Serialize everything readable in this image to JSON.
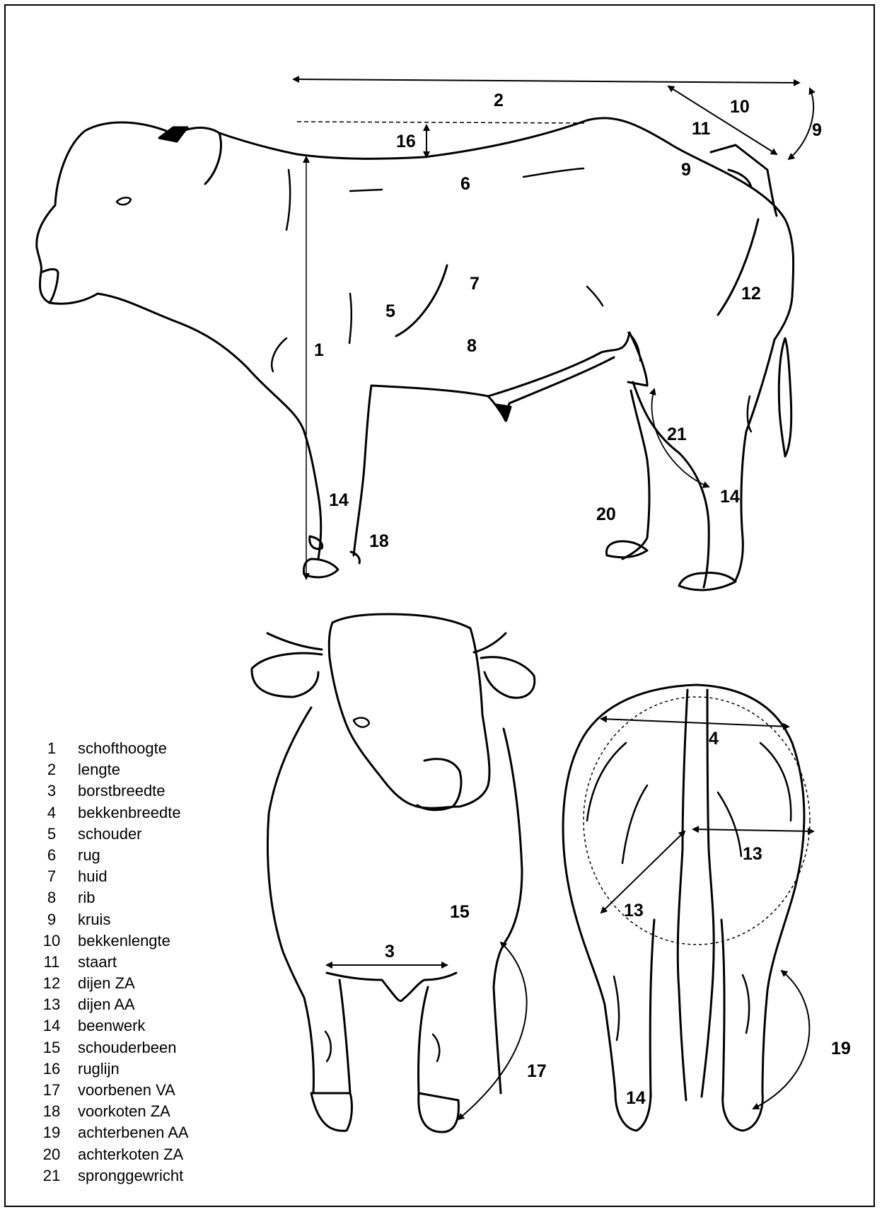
{
  "legend": [
    {
      "no": "1",
      "label": "schofthoogte"
    },
    {
      "no": "2",
      "label": "lengte"
    },
    {
      "no": "3",
      "label": "borstbreedte"
    },
    {
      "no": "4",
      "label": "bekkenbreedte"
    },
    {
      "no": "5",
      "label": "schouder"
    },
    {
      "no": "6",
      "label": "rug"
    },
    {
      "no": "7",
      "label": "huid"
    },
    {
      "no": "8",
      "label": "rib"
    },
    {
      "no": "9",
      "label": "kruis"
    },
    {
      "no": "10",
      "label": "bekkenlengte"
    },
    {
      "no": "11",
      "label": "staart"
    },
    {
      "no": "12",
      "label": "dijen ZA"
    },
    {
      "no": "13",
      "label": "dijen AA"
    },
    {
      "no": "14",
      "label": "beenwerk"
    },
    {
      "no": "15",
      "label": "schouderbeen"
    },
    {
      "no": "16",
      "label": "ruglijn"
    },
    {
      "no": "17",
      "label": "voorbenen VA"
    },
    {
      "no": "18",
      "label": "voorkoten ZA"
    },
    {
      "no": "19",
      "label": "achterbenen AA"
    },
    {
      "no": "20",
      "label": "achterkoten ZA"
    },
    {
      "no": "21",
      "label": "spronggewricht"
    }
  ],
  "side_view": {
    "n1": "1",
    "n2": "2",
    "n5": "5",
    "n6": "6",
    "n7": "7",
    "n8": "8",
    "n9_back": "9",
    "n9_arc": "9",
    "n10": "10",
    "n11": "11",
    "n12": "12",
    "n14_front": "14",
    "n14_hind": "14",
    "n16": "16",
    "n18": "18",
    "n20": "20",
    "n21": "21"
  },
  "front_view": {
    "n3": "3",
    "n15": "15",
    "n17": "17"
  },
  "rear_view": {
    "n4": "4",
    "n13_side": "13",
    "n13_diag": "13",
    "n14": "14",
    "n19": "19"
  }
}
